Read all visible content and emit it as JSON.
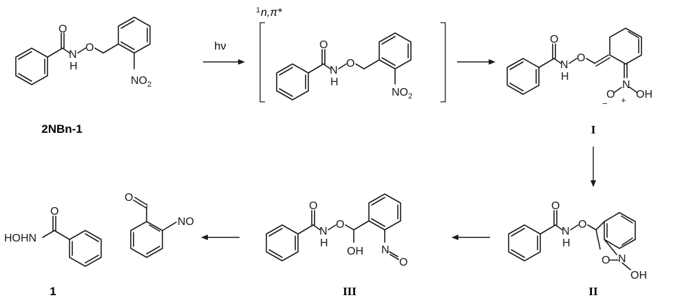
{
  "scheme": {
    "compounds": {
      "start": {
        "label": "2NBn-1"
      },
      "excited": {
        "label": ""
      },
      "int1": {
        "label": "I"
      },
      "int2": {
        "label": "II"
      },
      "int3": {
        "label": "III"
      },
      "product": {
        "label": "1"
      }
    },
    "atoms": {
      "O": "O",
      "N": "N",
      "H": "H",
      "NO2_main": "NO",
      "NO2_sub": "2",
      "OH": "OH",
      "HOHN": "HOHN",
      "NO": "NO",
      "plus": "+",
      "minus": "−"
    },
    "conditions": {
      "hv": "hν",
      "excited_state_sup": "1",
      "excited_state": "n,π*"
    }
  }
}
